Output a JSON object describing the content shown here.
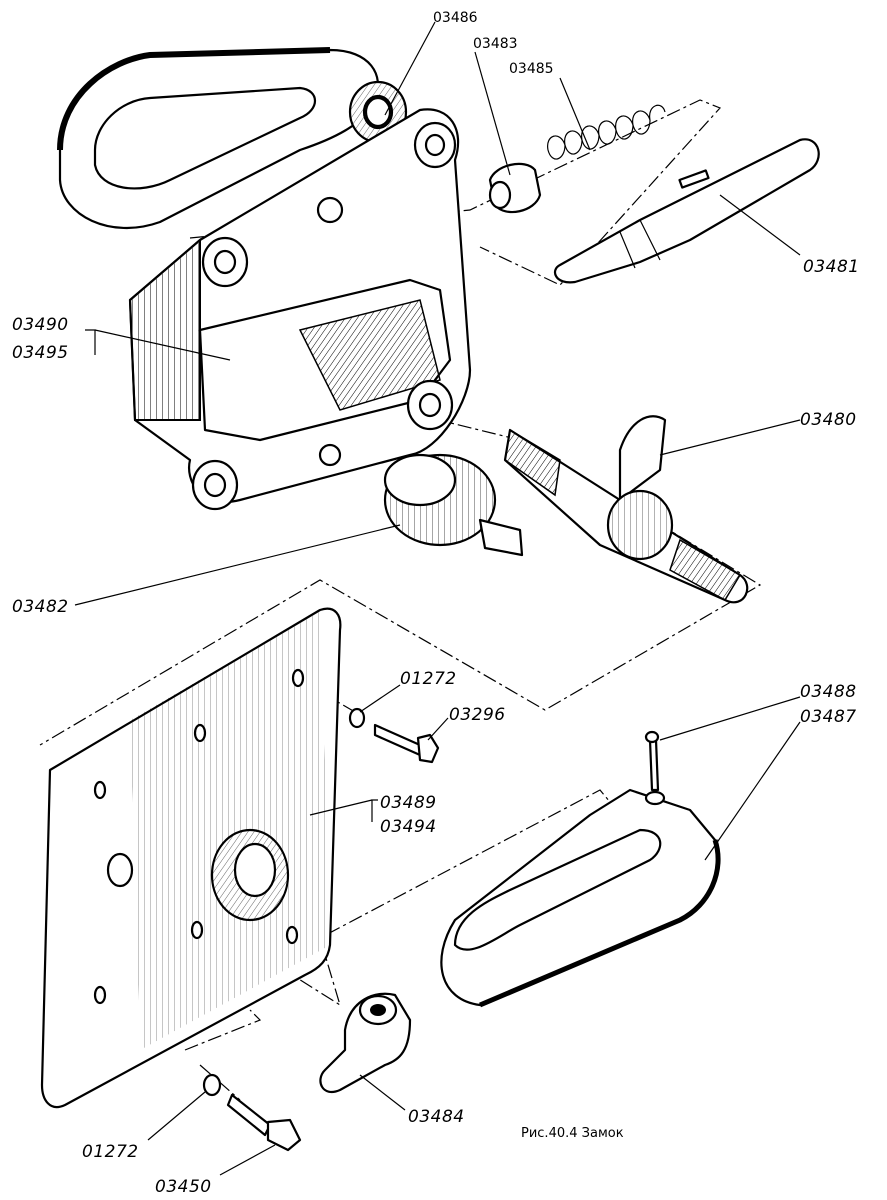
{
  "caption": "Рис.40.4 Замок",
  "labels": {
    "p03486": "03486",
    "p03483": "03483",
    "p03485": "03485",
    "p03481": "03481",
    "p03490": "03490",
    "p03495": "03495",
    "p03480": "03480",
    "p03482": "03482",
    "p01272a": "01272",
    "p03296": "03296",
    "p03488": "03488",
    "p03487": "03487",
    "p03489": "03489",
    "p03494": "03494",
    "p03484": "03484",
    "p01272b": "01272",
    "p03450": "03450"
  }
}
